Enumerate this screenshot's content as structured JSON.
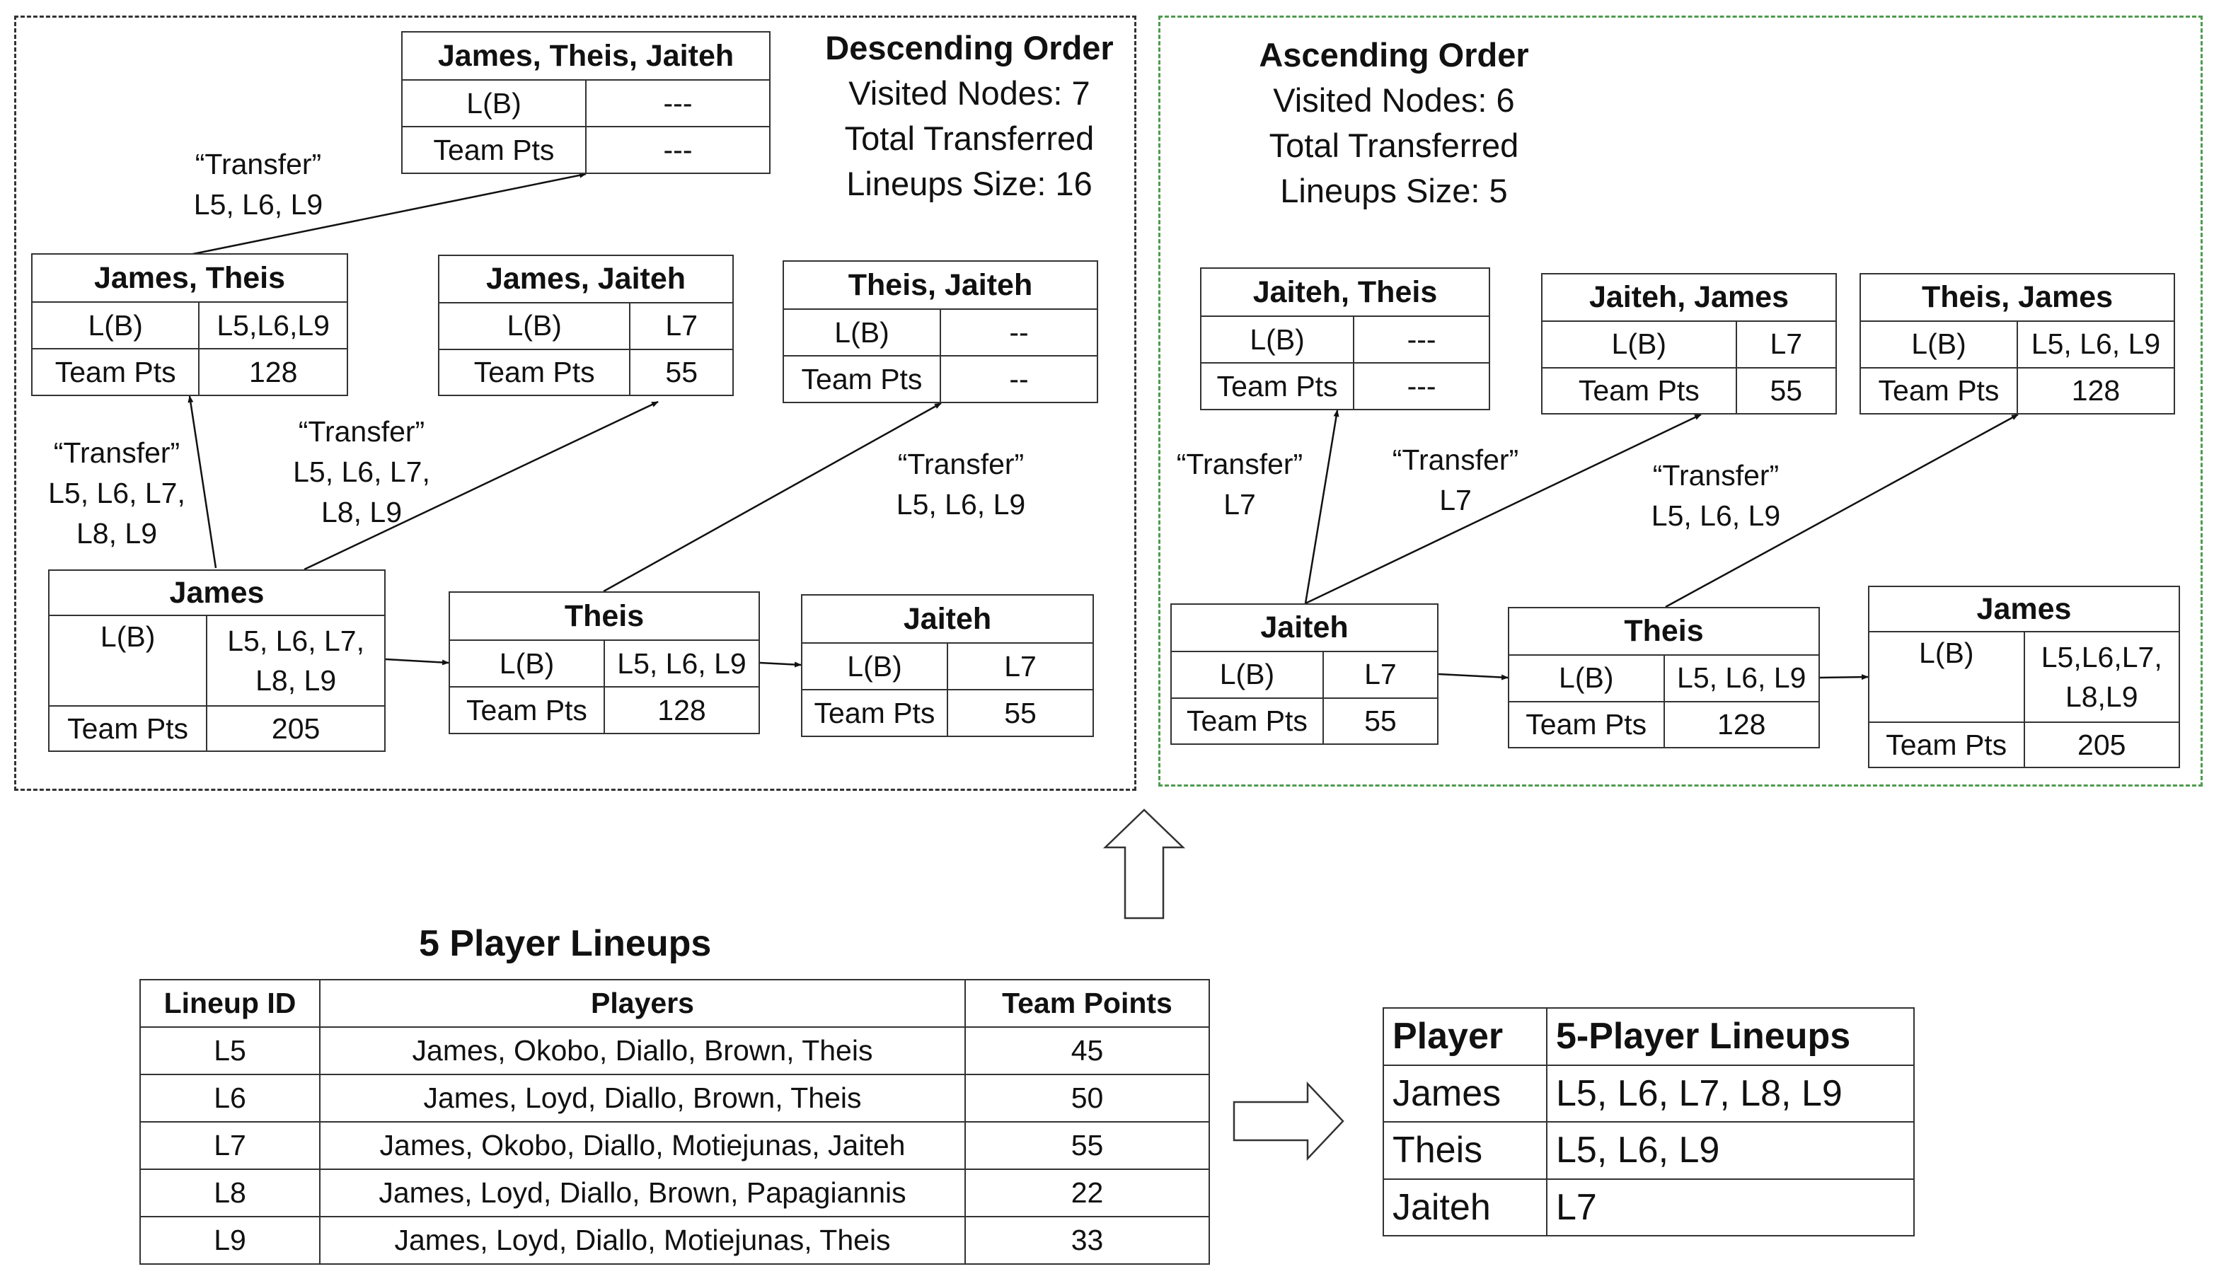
{
  "descending": {
    "stats": {
      "title": "Descending Order",
      "visited": "Visited Nodes: 7",
      "transferred": "Total Transferred",
      "lineups": "Lineups Size: 16"
    },
    "nodes": {
      "root": {
        "name": "James",
        "lb_label": "L(B)",
        "lb_value": "L5, L6, L7, L8, L9",
        "pts_label": "Team Pts",
        "pts_value": "205"
      },
      "theis": {
        "name": "Theis",
        "lb_label": "L(B)",
        "lb_value": "L5, L6, L9",
        "pts_label": "Team Pts",
        "pts_value": "128"
      },
      "jaiteh": {
        "name": "Jaiteh",
        "lb_label": "L(B)",
        "lb_value": "L7",
        "pts_label": "Team Pts",
        "pts_value": "55"
      },
      "james_theis": {
        "name": "James, Theis",
        "lb_label": "L(B)",
        "lb_value": "L5,L6,L9",
        "pts_label": "Team Pts",
        "pts_value": "128"
      },
      "james_jaiteh": {
        "name": "James, Jaiteh",
        "lb_label": "L(B)",
        "lb_value": "L7",
        "pts_label": "Team Pts",
        "pts_value": "55"
      },
      "theis_jaiteh": {
        "name": "Theis, Jaiteh",
        "lb_label": "L(B)",
        "lb_value": "--",
        "pts_label": "Team Pts",
        "pts_value": "--"
      },
      "james_theis_jaiteh": {
        "name": "James, Theis, Jaiteh",
        "lb_label": "L(B)",
        "lb_value": "---",
        "pts_label": "Team Pts",
        "pts_value": "---"
      }
    },
    "transfers": {
      "to_james_theis": {
        "word": "“Transfer”",
        "list": "L5, L6, L7, L8, L9"
      },
      "to_james_jaiteh": {
        "word": "“Transfer”",
        "list": "L5, L6, L7, L8, L9"
      },
      "to_theis_jaiteh": {
        "word": "“Transfer”",
        "list": "L5, L6, L9"
      },
      "to_triple": {
        "word": "“Transfer”",
        "list": "L5, L6, L9"
      }
    }
  },
  "ascending": {
    "stats": {
      "title": "Ascending Order",
      "visited": "Visited Nodes: 6",
      "transferred": "Total Transferred",
      "lineups": "Lineups Size: 5"
    },
    "nodes": {
      "root": {
        "name": "Jaiteh",
        "lb_label": "L(B)",
        "lb_value": "L7",
        "pts_label": "Team Pts",
        "pts_value": "55"
      },
      "theis": {
        "name": "Theis",
        "lb_label": "L(B)",
        "lb_value": "L5, L6, L9",
        "pts_label": "Team Pts",
        "pts_value": "128"
      },
      "james": {
        "name": "James",
        "lb_label": "L(B)",
        "lb_value": "L5,L6,L7, L8,L9",
        "pts_label": "Team Pts",
        "pts_value": "205"
      },
      "jaiteh_theis": {
        "name": "Jaiteh, Theis",
        "lb_label": "L(B)",
        "lb_value": "---",
        "pts_label": "Team Pts",
        "pts_value": "---"
      },
      "jaiteh_james": {
        "name": "Jaiteh, James",
        "lb_label": "L(B)",
        "lb_value": "L7",
        "pts_label": "Team Pts",
        "pts_value": "55"
      },
      "theis_james": {
        "name": "Theis, James",
        "lb_label": "L(B)",
        "lb_value": "L5, L6, L9",
        "pts_label": "Team Pts",
        "pts_value": "128"
      }
    },
    "transfers": {
      "to_jaiteh_theis": {
        "word": "“Transfer”",
        "list": "L7"
      },
      "to_jaiteh_james": {
        "word": "“Transfer”",
        "list": "L7"
      },
      "to_theis_james": {
        "word": "“Transfer”",
        "list": "L5, L6, L9"
      }
    }
  },
  "lineups_table": {
    "title": "5 Player Lineups",
    "headers": [
      "Lineup ID",
      "Players",
      "Team Points"
    ],
    "rows": [
      [
        "L5",
        "James, Okobo, Diallo, Brown, Theis",
        "45"
      ],
      [
        "L6",
        "James, Loyd, Diallo, Brown, Theis",
        "50"
      ],
      [
        "L7",
        "James, Okobo, Diallo, Motiejunas, Jaiteh",
        "55"
      ],
      [
        "L8",
        "James, Loyd, Diallo, Brown, Papagiannis",
        "22"
      ],
      [
        "L9",
        "James, Loyd, Diallo, Motiejunas, Theis",
        "33"
      ]
    ]
  },
  "player_table": {
    "headers": [
      "Player",
      "5-Player Lineups"
    ],
    "rows": [
      [
        "James",
        "L5, L6, L7, L8, L9"
      ],
      [
        "Theis",
        "L5, L6, L9"
      ],
      [
        "Jaiteh",
        "L7"
      ]
    ]
  }
}
